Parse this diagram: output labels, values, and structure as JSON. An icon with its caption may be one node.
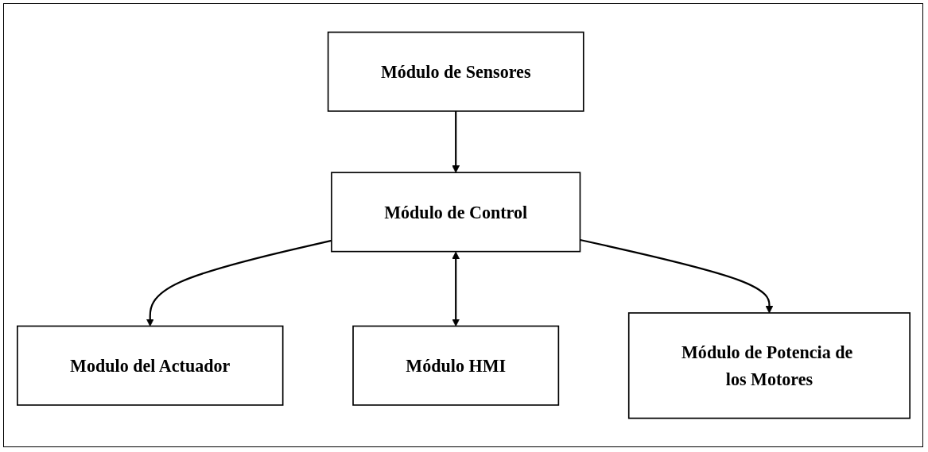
{
  "diagram": {
    "nodes": [
      {
        "text": [
          "Módulo de Sensores"
        ]
      },
      {
        "text": [
          "Modulo del Actuador"
        ]
      },
      {
        "text": [
          "Módulo de Control"
        ]
      },
      {
        "text": [
          "Módulo HMI"
        ]
      },
      {
        "text": [
          "Módulo de Potencia de los Motores"
        ]
      }
    ],
    "edges": [
      {
        "from": 0,
        "to": 2,
        "arrow": "to"
      },
      {
        "from": 2,
        "to": 1,
        "arrow": "to"
      },
      {
        "from": 2,
        "to": 3,
        "arrow": "both"
      },
      {
        "from": 2,
        "to": 4,
        "arrow": "to"
      }
    ]
  }
}
